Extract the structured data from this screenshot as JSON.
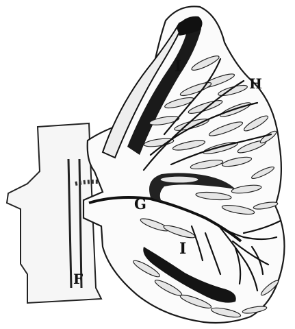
{
  "figure": {
    "labels": {
      "I_upper": "I",
      "H": "H",
      "G": "G",
      "I_lower": "I",
      "F": "F"
    }
  }
}
